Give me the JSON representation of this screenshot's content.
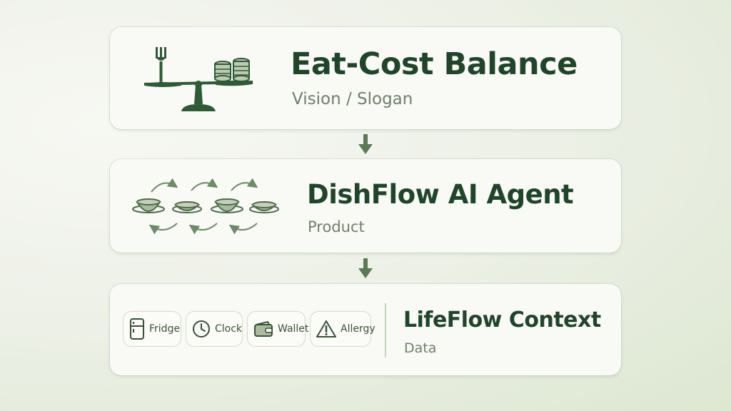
{
  "layers": [
    {
      "title": "Eat-Cost Balance",
      "subtitle": "Vision / Slogan",
      "icon": "balance-scale-icon"
    },
    {
      "title": "DishFlow AI Agent",
      "subtitle": "Product",
      "icon": "dish-cycle-icon"
    },
    {
      "title": "LifeFlow Context",
      "subtitle": "Data",
      "icon": "context-chips"
    }
  ],
  "context_chips": [
    {
      "label": "Fridge",
      "icon": "fridge-icon"
    },
    {
      "label": "Clock",
      "icon": "clock-icon"
    },
    {
      "label": "Wallet",
      "icon": "wallet-icon"
    },
    {
      "label": "Allergy",
      "icon": "warning-icon"
    }
  ],
  "colors": {
    "primary": "#20452a",
    "accent": "#5a7a55",
    "icon_fill": "#a9bc9e",
    "muted_text": "#6f8069",
    "card": "#f9f9f6"
  }
}
